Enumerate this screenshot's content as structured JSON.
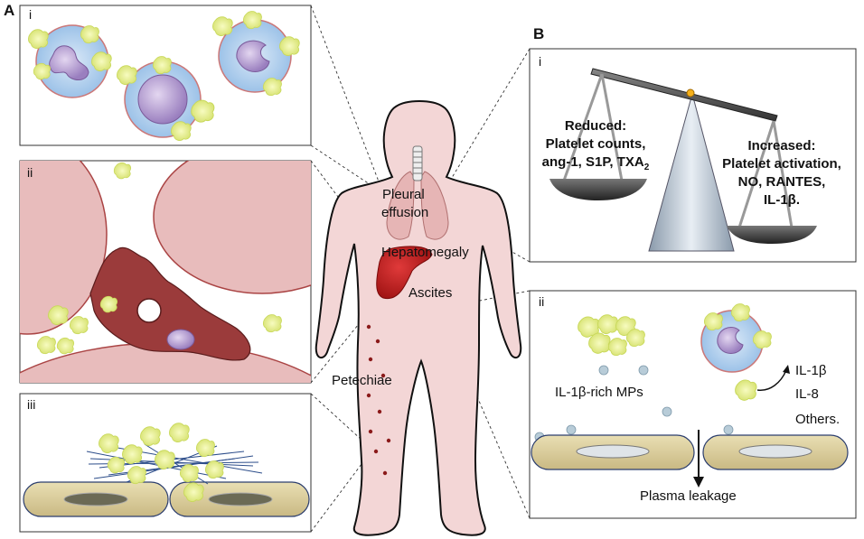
{
  "panel_a": {
    "letter": "A",
    "sub_i": "i",
    "sub_ii": "ii",
    "sub_iii": "iii"
  },
  "panel_b": {
    "letter": "B",
    "sub_i": "i",
    "sub_ii": "ii",
    "reduced_title": "Reduced:",
    "reduced_line1": "Platelet counts,",
    "reduced_line2_prefix": "ang-1, S1P, TXA",
    "reduced_line2_sub": "2",
    "increased_title": "Increased:",
    "increased_line1": "Platelet activation,",
    "increased_line2": "NO, RANTES,",
    "increased_line3": "IL-1β.",
    "mps_label": "IL-1β-rich MPs",
    "cytokine1": "IL-1β",
    "cytokine2": "IL-8",
    "cytokine3": "Others.",
    "leakage_label": "Plasma leakage"
  },
  "body_labels": {
    "pleural1": "Pleural",
    "pleural2": "effusion",
    "hepatomegaly": "Hepatomegaly",
    "ascites": "Ascites",
    "petechiae": "Petechiae"
  },
  "colors": {
    "platelet": "#e6f08a",
    "cell_body": "#b7d3ee",
    "nucleus": "#b9a3d2",
    "endothelium_red": "#9b3b3b",
    "body_skin": "#f3d6d6",
    "liver": "#c21e1e",
    "vessel_pink": "#e6b5b5"
  }
}
